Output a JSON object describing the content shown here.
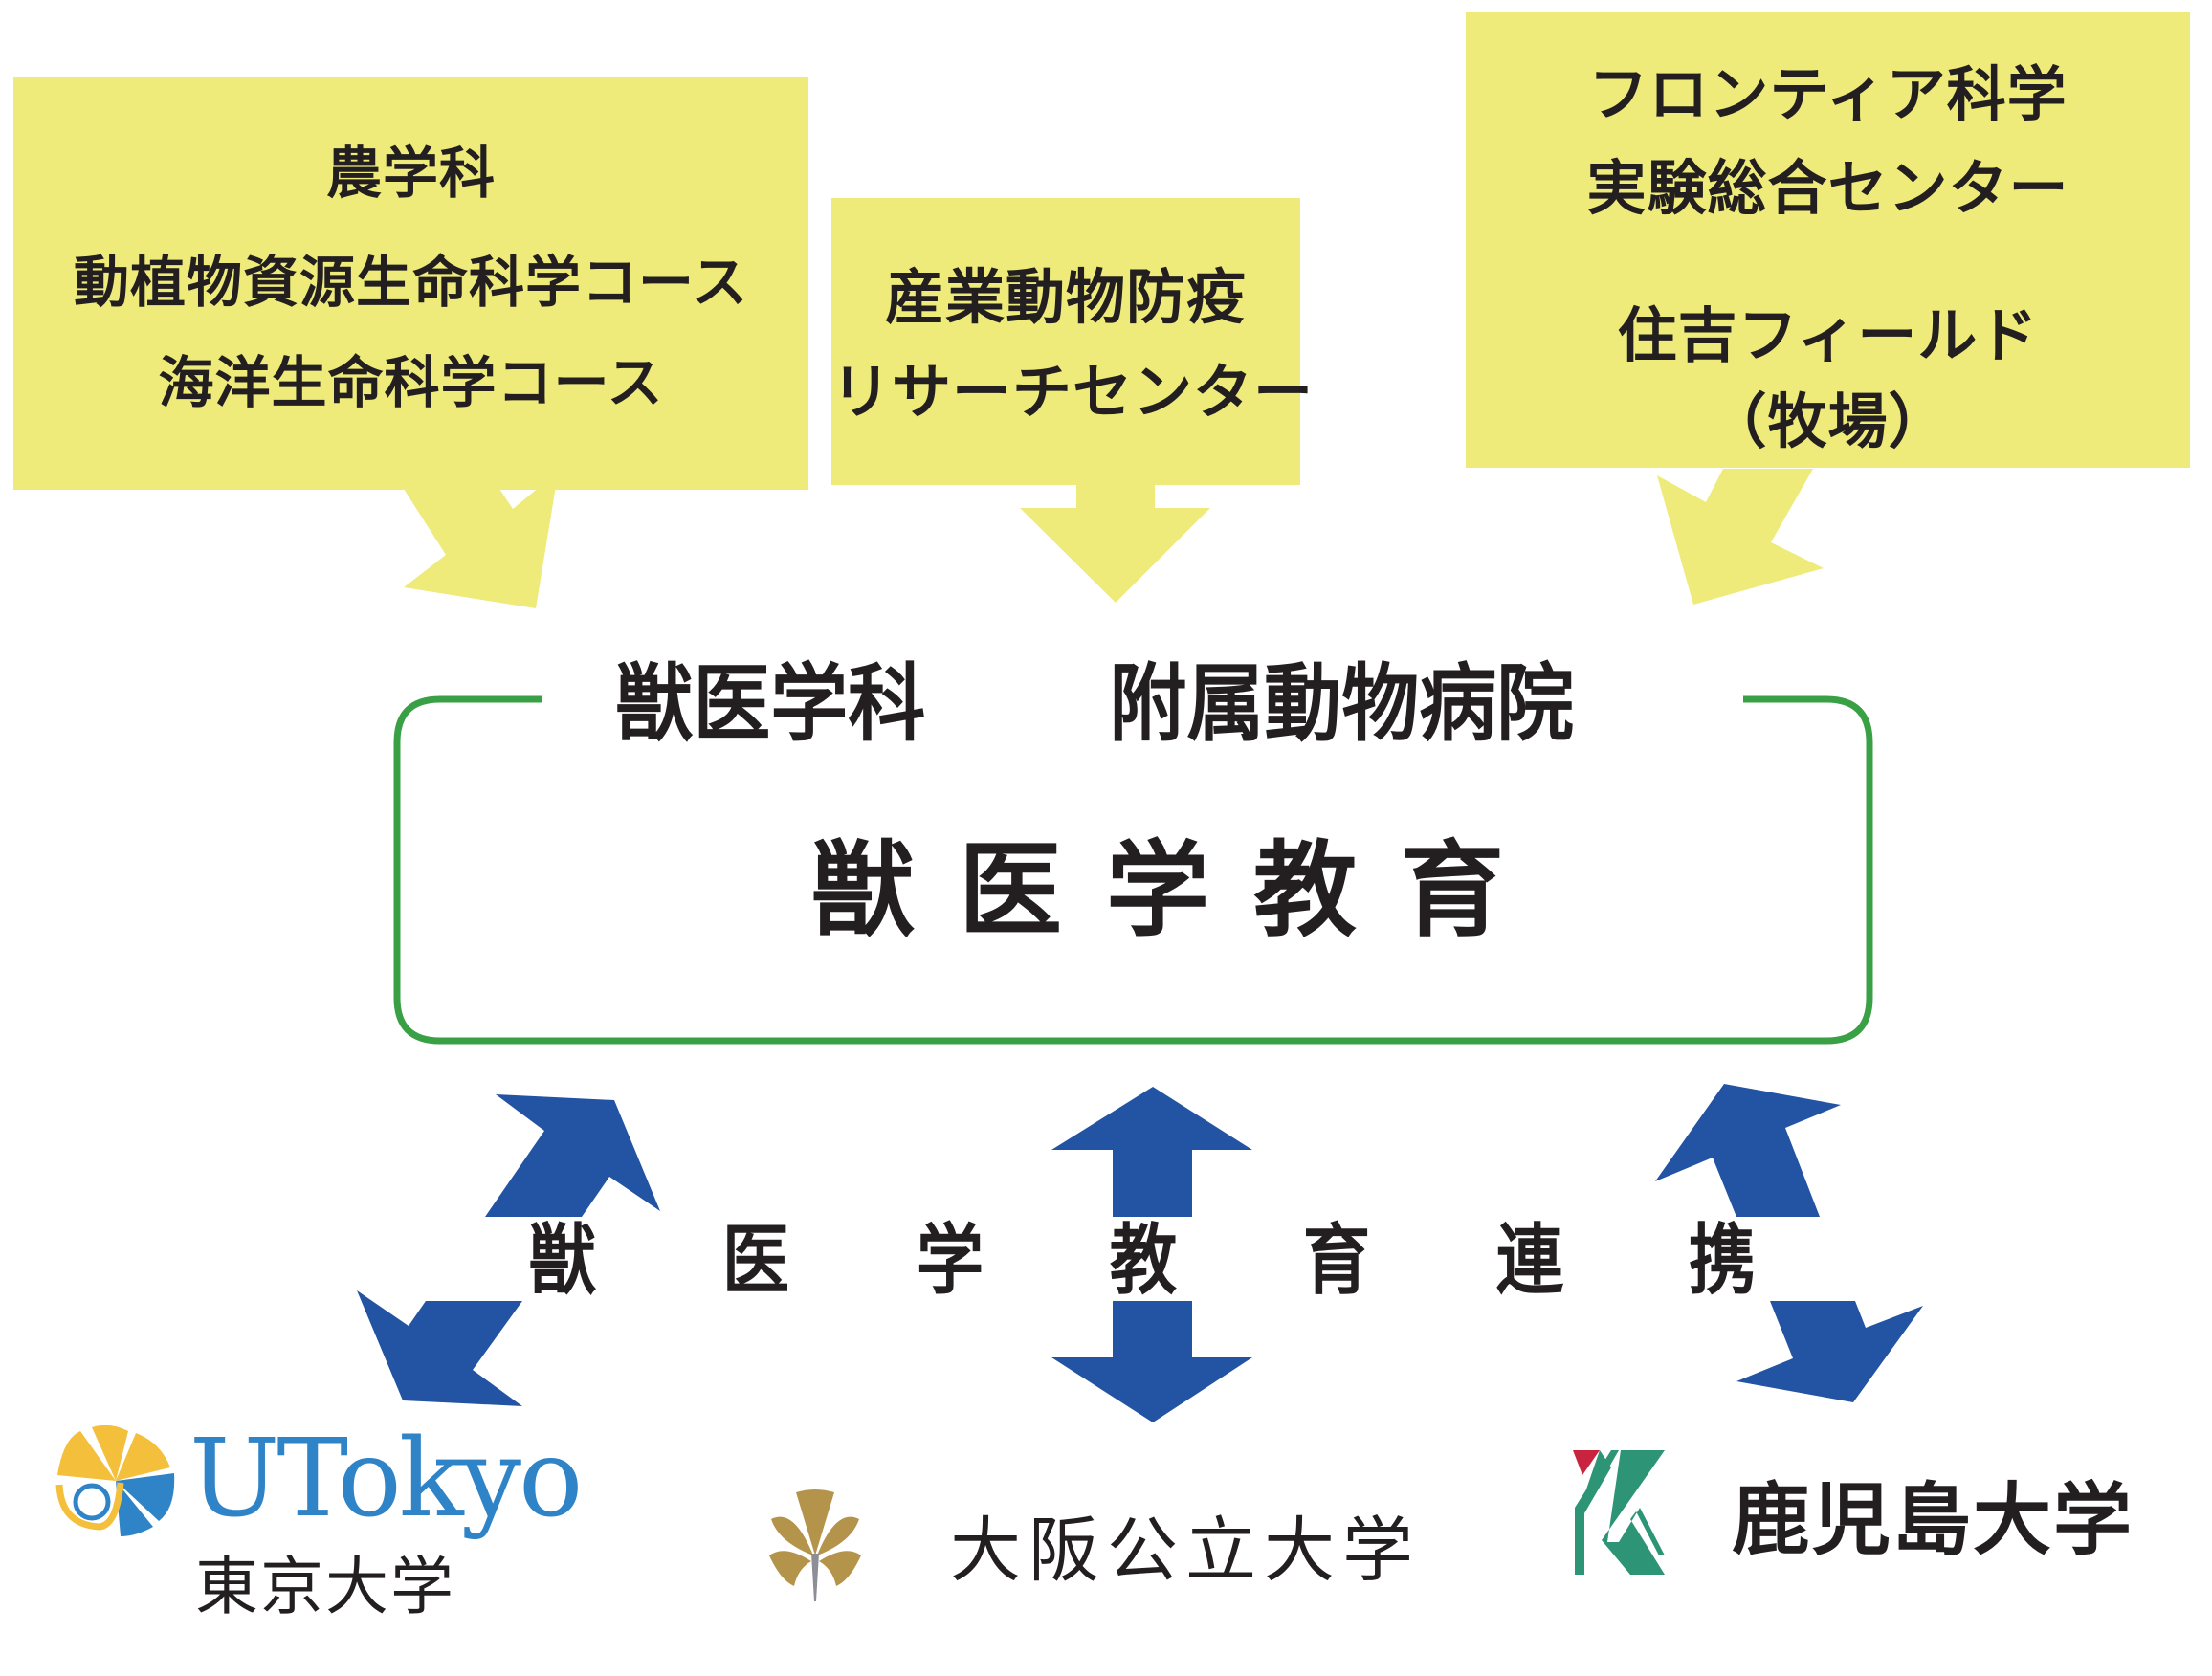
{
  "colors": {
    "yellow_box": "#eeeb7a",
    "green_frame": "#3aa046",
    "blue_arrow": "#2353a3",
    "text": "#231f20",
    "utokyo_blue": "#2f83c7",
    "utokyo_yellow": "#f4bf3a",
    "omu_gold": "#b4944a",
    "kagoshima_green": "#2d9476",
    "kagoshima_red": "#c8243f"
  },
  "sources": [
    {
      "id": "agriculture",
      "lines": [
        "農学科",
        "動植物資源生命科学コース",
        "海洋生命科学コース"
      ]
    },
    {
      "id": "research-center",
      "lines": [
        "産業動物防疫",
        "リサーチセンター"
      ]
    },
    {
      "id": "frontier",
      "lines": [
        "フロンティア科学",
        "実験総合センター",
        "住吉フィールド",
        "（牧場）"
      ]
    }
  ],
  "center": {
    "header_left": "獣医学科",
    "header_right": "附属動物病院",
    "main": "獣医学教育"
  },
  "collaboration": {
    "chars": [
      "獣",
      "医",
      "学",
      "教",
      "育",
      "連",
      "携"
    ]
  },
  "partners": [
    {
      "id": "utokyo",
      "logo_text": "UTokyo",
      "name": "東京大学",
      "icon": "ginkgo-leaf-icon"
    },
    {
      "id": "omu",
      "name": "大阪公立大学",
      "icon": "ginkgo-fan-icon"
    },
    {
      "id": "kagoshima",
      "name": "鹿児島大学",
      "icon": "k-mark-icon"
    }
  ]
}
